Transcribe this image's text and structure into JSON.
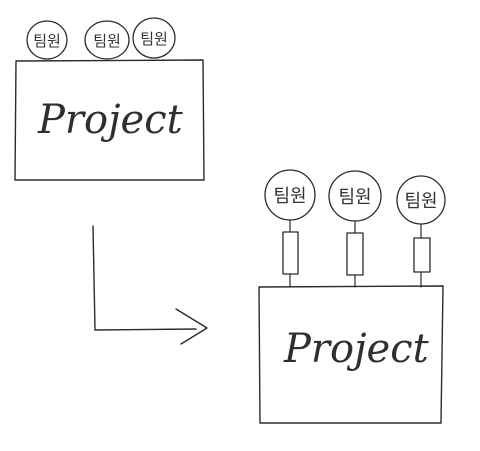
{
  "before": {
    "project_label": "Project",
    "members": [
      {
        "label": "팀원"
      },
      {
        "label": "팀원"
      },
      {
        "label": "팀원"
      }
    ]
  },
  "after": {
    "project_label": "Project",
    "members": [
      {
        "label": "팀원"
      },
      {
        "label": "팀원"
      },
      {
        "label": "팀원"
      }
    ]
  },
  "colors": {
    "ink": "#2b2b2b",
    "paper": "#ffffff"
  }
}
